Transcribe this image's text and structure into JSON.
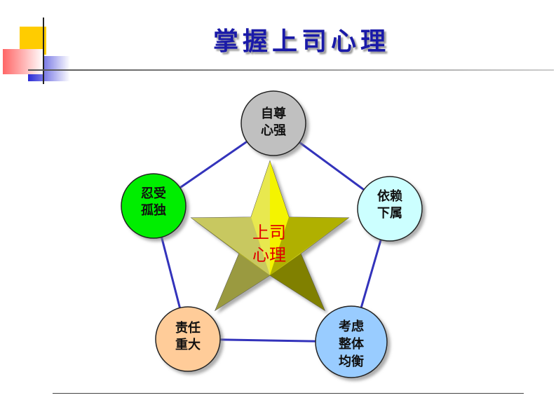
{
  "title": "掌握上司心理",
  "center": {
    "line1": "上司",
    "line2": "心理",
    "color": "#e00000"
  },
  "nodes": [
    {
      "line1": "自尊",
      "line2": "心强",
      "line3": "",
      "color": "#c0c0c0"
    },
    {
      "line1": "依赖",
      "line2": "下属",
      "line3": "",
      "color": "#ccffff"
    },
    {
      "line1": "考虑",
      "line2": "整体",
      "line3": "均衡",
      "color": "#99ccff"
    },
    {
      "line1": "责任",
      "line2": "重大",
      "line3": "",
      "color": "#ffcc99"
    },
    {
      "line1": "忍受",
      "line2": "孤独",
      "line3": "",
      "color": "#00ee00"
    }
  ],
  "colors": {
    "title": "#1a1aa8",
    "connector": "#3333bb",
    "star": "#d4d400"
  }
}
